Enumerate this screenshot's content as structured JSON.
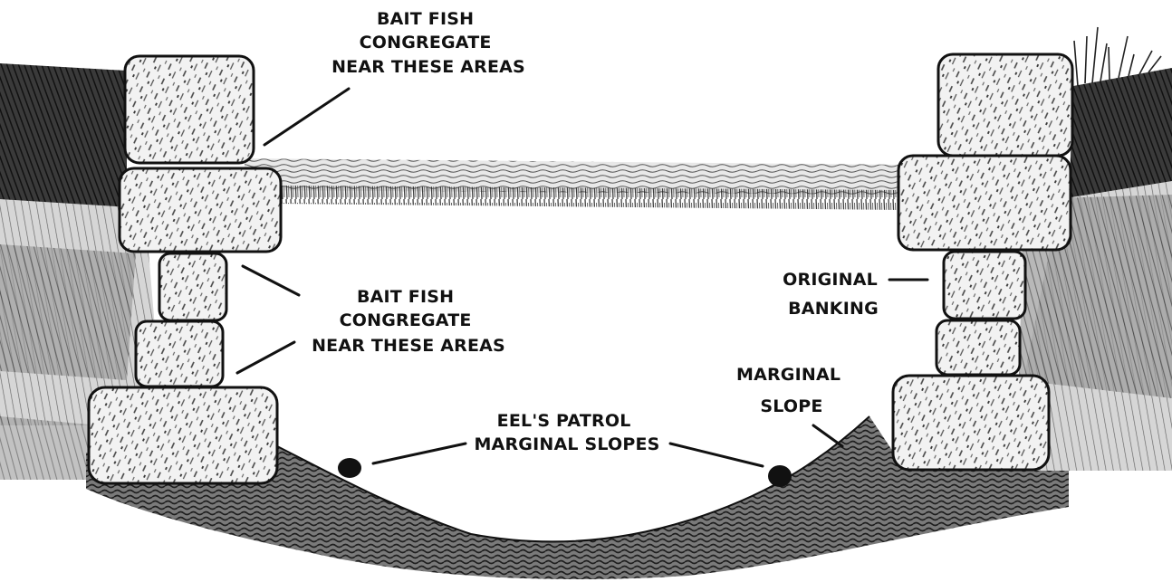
{
  "labels": {
    "bait_fish_top": [
      "BAIT FISH",
      "CONGREGATE",
      "NEAR THESE AREAS"
    ],
    "bait_fish_mid": [
      "BAIT FISH",
      "CONGREGATE",
      "NEAR THESE AREAS"
    ],
    "original_banking": [
      "ORIGINAL",
      "BANKING"
    ],
    "marginal_slope": [
      "MARGINAL",
      "SLOPE"
    ],
    "eels": [
      "EEL'S PATROL",
      "MARGINAL SLOPES"
    ]
  },
  "colors": {
    "ink": "#111111",
    "stone_fill": "#f4f4f4",
    "ground_dark": "#2a2a2a",
    "ground_mid": "#5a5a5a",
    "background": "#ffffff"
  }
}
